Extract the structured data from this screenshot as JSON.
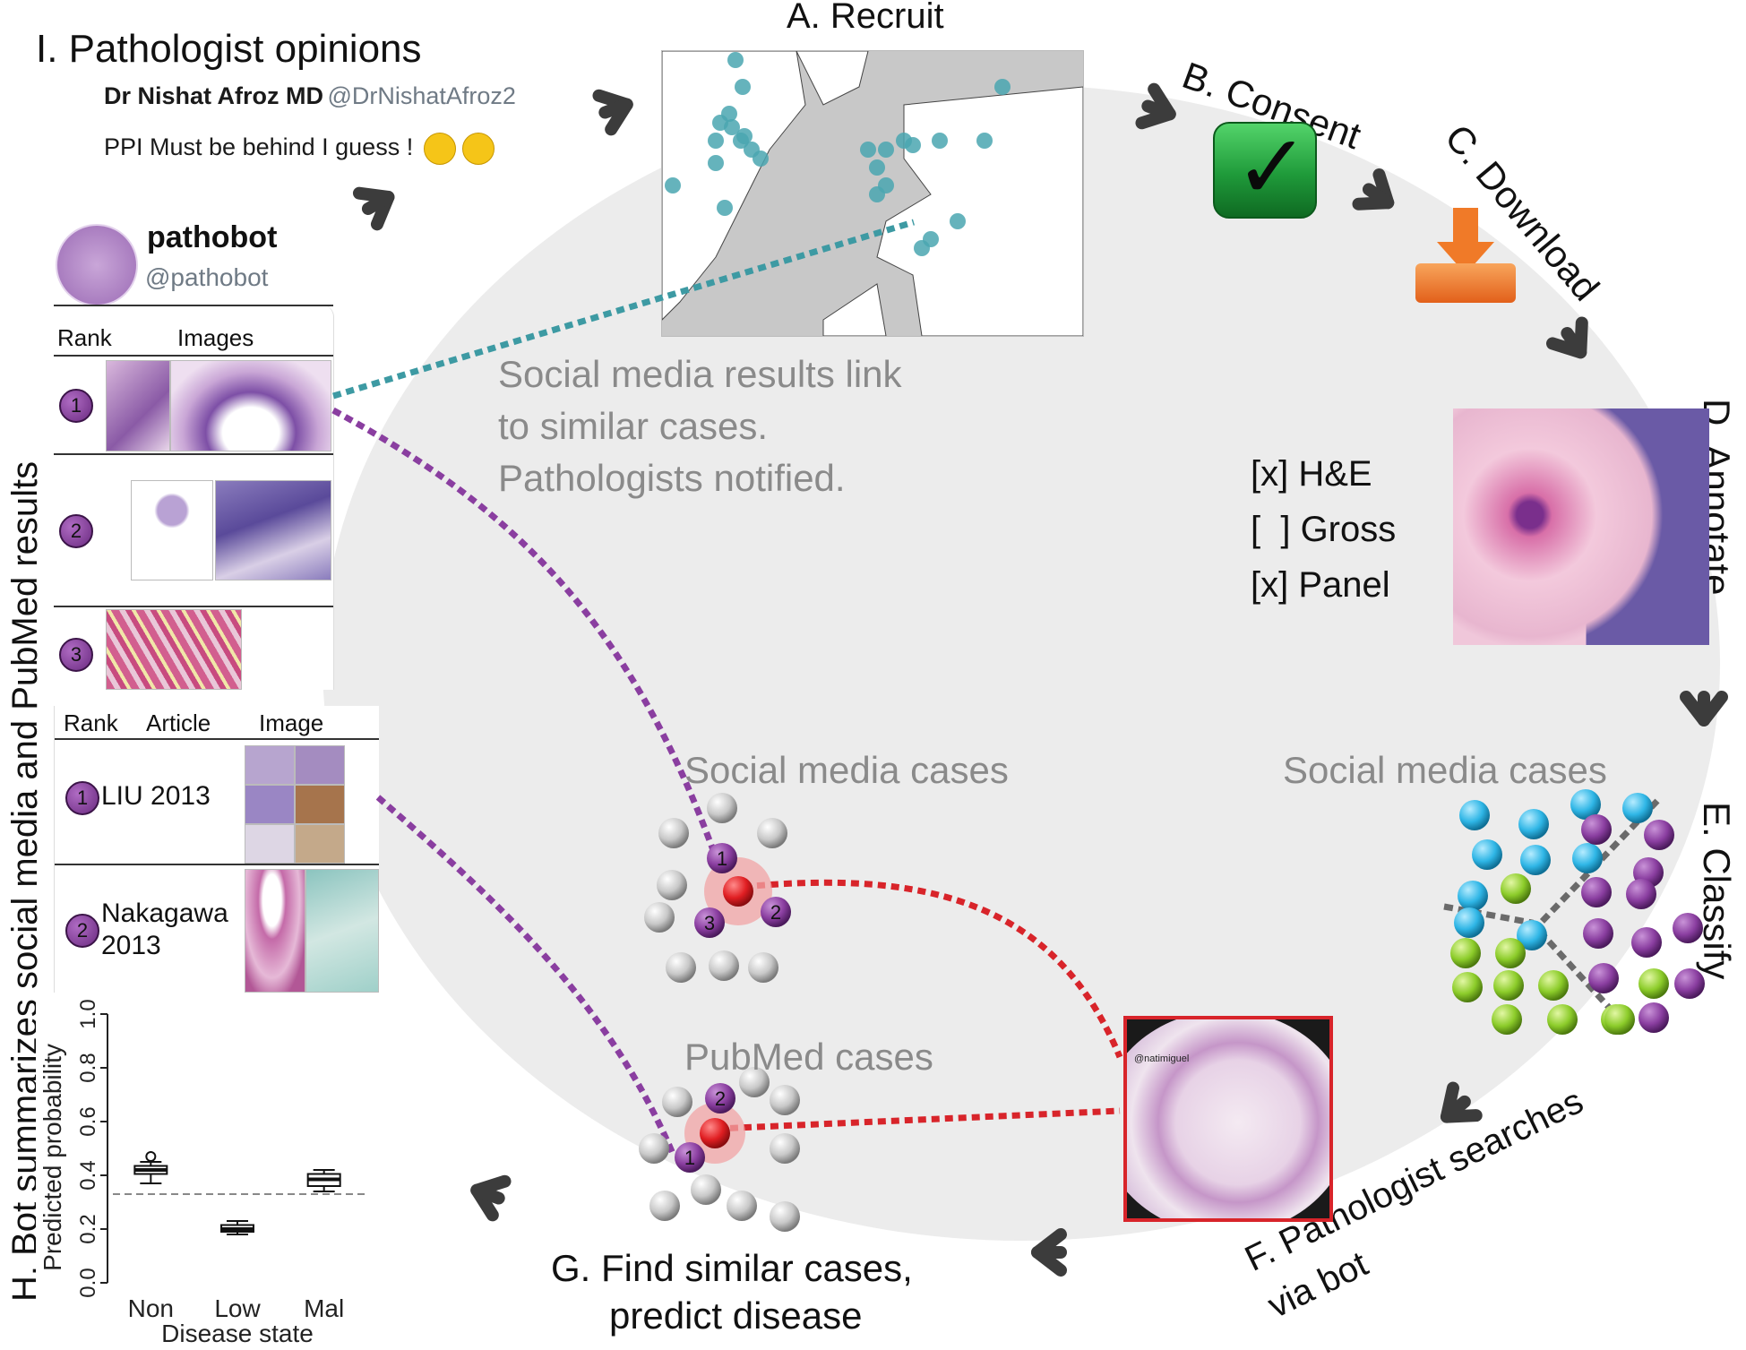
{
  "steps": {
    "a": "A. Recruit",
    "b": "B. Consent",
    "c": "C. Download",
    "d": "D. Annotate",
    "e": "E. Classify",
    "f": "F. Pathologist searches\nvia bot",
    "g_line1": "G. Find similar cases,",
    "g_line2": "predict disease",
    "h": "H. Bot summarizes social media and PubMed results",
    "i": "I. Pathologist opinions"
  },
  "tweet": {
    "name": "Dr Nishat Afroz MD",
    "handle": "@DrNishatAfroz2",
    "text": "PPI Must be behind I guess !"
  },
  "bot": {
    "name": "pathobot",
    "handle": "@pathobot"
  },
  "social_table": {
    "headers": [
      "Rank",
      "Images"
    ],
    "ranks": [
      "1",
      "2",
      "3"
    ]
  },
  "pubmed_table": {
    "headers": [
      "Rank",
      "Article",
      "Image"
    ],
    "rows": [
      {
        "rank": "1",
        "article": "LIU 2013"
      },
      {
        "rank": "2",
        "article_line1": "Nakagawa",
        "article_line2": "2013"
      }
    ]
  },
  "notes": {
    "social_link_line1": "Social media results link",
    "social_link_line2": "to similar cases.",
    "social_link_line3": "Pathologists notified.",
    "social_cases_center": "Social media cases",
    "social_cases_right": "Social media cases",
    "pubmed_cases": "PubMed cases"
  },
  "annotate": {
    "options": [
      "[x] H&E",
      "[  ] Gross",
      "[x] Panel"
    ]
  },
  "neighbors": {
    "social": [
      "1",
      "2",
      "3"
    ],
    "pubmed": [
      "1",
      "2"
    ]
  },
  "image_watermark": "@natimiguel",
  "colors": {
    "teal_dot": "#4aa6b0",
    "purple": "#8a3ea0",
    "red": "#d8242a",
    "blue_dot": "#2fb6e6",
    "green_dot": "#8ccc2a",
    "ring": "#ececec",
    "arrow": "#3c3c3c",
    "consent_green": "#1f9a3a",
    "download_orange": "#f07a28"
  },
  "chart_data": {
    "type": "boxplot",
    "categories": [
      "Non",
      "Low",
      "Mal"
    ],
    "xlabel": "Disease state",
    "ylabel": "Predicted probability",
    "ylim": [
      0,
      1
    ],
    "yticks": [
      "0.0",
      "0.2",
      "0.4",
      "0.6",
      "0.8",
      "1.0"
    ],
    "threshold": 0.33,
    "boxes": [
      {
        "category": "Non",
        "min": 0.37,
        "q1": 0.405,
        "median": 0.42,
        "q3": 0.435,
        "max": 0.45,
        "outliers": [
          0.47
        ]
      },
      {
        "category": "Low",
        "min": 0.18,
        "q1": 0.19,
        "median": 0.2,
        "q3": 0.215,
        "max": 0.23,
        "outliers": []
      },
      {
        "category": "Mal",
        "min": 0.34,
        "q1": 0.36,
        "median": 0.385,
        "q3": 0.405,
        "max": 0.42,
        "outliers": []
      }
    ]
  }
}
